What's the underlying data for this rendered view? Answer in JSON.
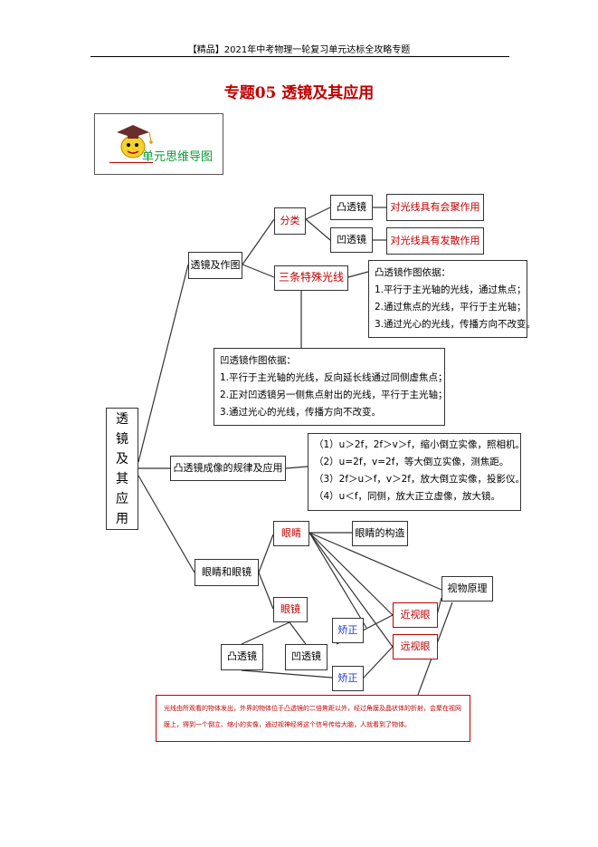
{
  "header": "【精品】2021年中考物理一轮复习单元达标全攻略专题",
  "title": "专题05  透镜及其应用",
  "banner": {
    "label": "单元思维导图",
    "icon": "mascot-doctoral-hat-icon"
  },
  "mindmap": {
    "root": [
      "透",
      "镜",
      "及",
      "其",
      "应",
      "用"
    ],
    "lens_drawing": "透镜及作图",
    "classification": "分类",
    "convex_lens": "凸透镜",
    "concave_lens": "凹透镜",
    "converge": "对光线具有会聚作用",
    "diverge": "对光线具有发散作用",
    "three_rays": "三条特殊光线",
    "convex_rules": {
      "heading": "凸透镜作图依据：",
      "items": [
        "1.平行于主光轴的光线，通过焦点；",
        "2.通过焦点的光线，平行于主光轴；",
        "3.通过光心的光线，传播方向不改变。"
      ]
    },
    "concave_rules": {
      "heading": "凹透镜作图依据：",
      "items": [
        "1.平行于主光轴的光线，反向延长线通过同侧虚焦点；",
        "2.正对凹透镜另一侧焦点射出的光线，平行于主光轴；",
        "3.通过光心的光线，传播方向不改变。"
      ]
    },
    "imaging": "凸透镜成像的规律及应用",
    "imaging_rules": [
      "（1）u＞2f，2f＞v＞f，缩小倒立实像，照相机。",
      "（2）u=2f，v=2f，等大倒立实像，测焦距。",
      "（3）2f＞u＞f，v＞2f，放大倒立实像，投影仪。",
      "（4）u＜f，同侧，放大正立虚像，放大镜。"
    ],
    "eyes_glasses": "眼睛和眼镜",
    "eye": "眼睛",
    "eye_structure": "眼睛的构造",
    "vision_principle": "视物原理",
    "glasses": "眼镜",
    "convex_lens2": "凸透镜",
    "concave_lens2": "凹透镜",
    "correct1": "矫正",
    "correct2": "矫正",
    "myopia": "近视眼",
    "hyperopia": "远视眼",
    "note": "光线由所观看的物体发出，外界的物体位于凸透镜的二倍焦距以外，经过角膜及晶状体的折射，会聚在视网膜上，得到一个倒立、缩小的实像，通过视神经将这个信号传给大脑，人就看到了物体。"
  },
  "colors": {
    "accent": "#c00000",
    "correct": "#1f3bd6",
    "banner_text": "#0a9a3a"
  }
}
